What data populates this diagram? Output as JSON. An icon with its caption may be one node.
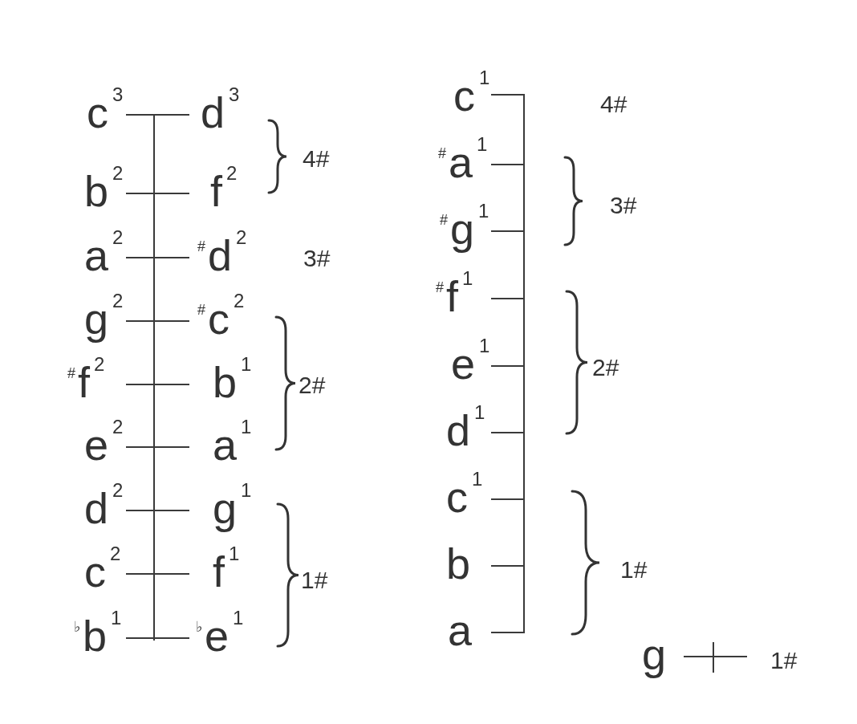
{
  "diagram": {
    "labels": [
      "c$^{3}$",
      "d$^{3}$",
      "4#",
      "b$^{2}$",
      "f$^{2}$",
      "a$^{2}$",
      "$^{#}$d$^{2}$",
      "3#",
      "g$^{2}$",
      "$^{#}$c$^{2}$",
      "$^{#}$f$^{2}$",
      "b$^{1}$",
      "2#",
      "e$^{2}$",
      "a$^{1}$",
      "d$^{2}$",
      "g$^{1}$",
      "c$^{2}$",
      "f$^{1}$",
      "1#",
      "$^{♭}$b$^{1}$",
      "$^{♭}$e$^{1}$",
      "c$^{1}$",
      "4#",
      "$^{#}$a$^{1}$",
      "3#",
      "$^{#}$g$^{1}$",
      "$^{#}$f$^{1}$",
      "e$^{1}$",
      "2#",
      "d$^{1}$",
      "c$^{1}$",
      "b",
      "1#",
      "a",
      "g",
      "1#"
    ]
  }
}
